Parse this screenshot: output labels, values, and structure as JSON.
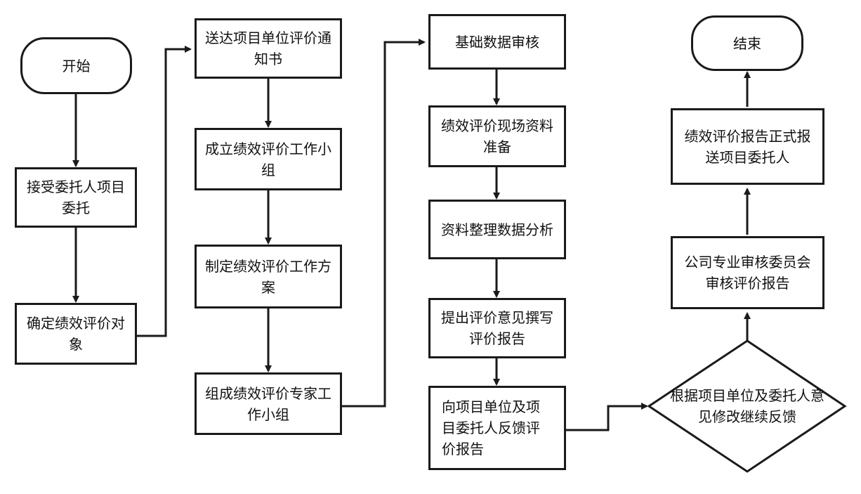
{
  "nodes": {
    "start": "开始",
    "accept": "接受委托人项目委托",
    "determine": "确定绩效评价对象",
    "send_notice": "送达项目单位评价通知书",
    "form_group": "成立绩效评价工作小组",
    "make_plan": "制定绩效评价工作方案",
    "expert_group": "组成绩效评价专家工作小组",
    "data_review": "基础数据审核",
    "onsite_prep": "绩效评价现场资料准备",
    "analysis": "资料整理数据分析",
    "opinion": "提出评价意见撰写评价报告",
    "feedback": "向项目单位及项目委托人反馈评价报告",
    "decision": "根据项目单位及委托人意见修改继续反馈",
    "committee": "公司专业审核委员会审核评价报告",
    "formal_report": "绩效评价报告正式报送项目委托人",
    "end": "结束"
  },
  "colors": {
    "stroke": "#1a1a1a",
    "fill": "#ffffff",
    "text": "#111111"
  }
}
